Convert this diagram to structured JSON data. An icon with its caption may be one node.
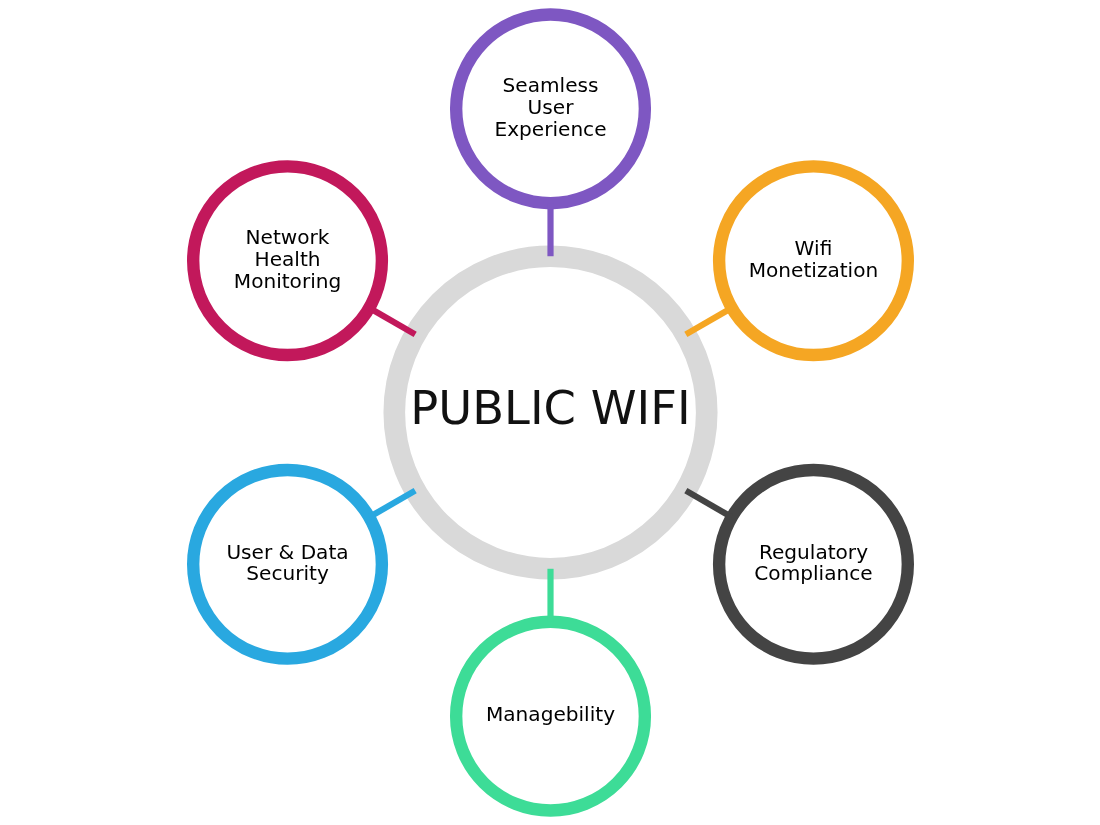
{
  "diagram": {
    "nodes": [
      {
        "text": [
          "Wifi Monetization"
        ]
      },
      {
        "text": [
          "Seamless User Experience"
        ]
      },
      {
        "text": [
          "Network Health Monitoring"
        ]
      },
      {
        "text": [
          "PUBLIC WIFI"
        ]
      },
      {
        "text": [
          "User & Data Security"
        ]
      },
      {
        "text": [
          "Managebility"
        ]
      },
      {
        "text": [
          "Regulatory Compliance"
        ]
      }
    ],
    "edges": [
      {
        "from": 3,
        "to": 0,
        "arrow": "none",
        "color": "#f5a623"
      },
      {
        "from": 3,
        "to": 1,
        "arrow": "none",
        "color": "#7e57c2"
      },
      {
        "from": 3,
        "to": 2,
        "arrow": "none",
        "color": "#c2185b"
      },
      {
        "from": 3,
        "to": 4,
        "arrow": "none",
        "color": "#29a8e0"
      },
      {
        "from": 3,
        "to": 5,
        "arrow": "none",
        "color": "#3ddc97"
      },
      {
        "from": 3,
        "to": 6,
        "arrow": "none",
        "color": "#444444"
      }
    ]
  }
}
